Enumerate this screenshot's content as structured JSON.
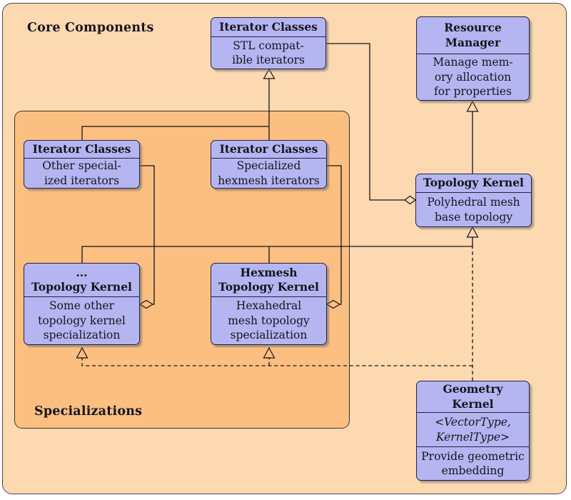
{
  "diagram": {
    "core_label": "Core Components",
    "spec_label": "Specializations",
    "boxes": {
      "iterator_top": {
        "title": "Iterator Classes",
        "body": "STL compat-\nible iterators"
      },
      "resource_manager": {
        "title": "Resource\nManager",
        "body": "Manage mem-\nory allocation\nfor properties"
      },
      "topology_kernel": {
        "title": "Topology Kernel",
        "body": "Polyhedral mesh\nbase topology"
      },
      "geometry_kernel": {
        "title": "Geometry\nKernel",
        "template_params": "<VectorType,\nKernelType>",
        "body": "Provide geometric\nembedding"
      },
      "iterator_left": {
        "title": "Iterator Classes",
        "body": "Other special-\nized iterators"
      },
      "iterator_mid": {
        "title": "Iterator Classes",
        "body": "Specialized\nhexmesh iterators"
      },
      "topology_left": {
        "title": "...\nTopology Kernel",
        "body": "Some other\ntopology kernel\nspecialization"
      },
      "topology_hex": {
        "title": "Hexmesh\nTopology Kernel",
        "body": "Hexahedral\nmesh topology\nspecialization"
      }
    },
    "edges": [
      {
        "from": "iterator_left",
        "to": "iterator_top",
        "type": "inheritance"
      },
      {
        "from": "iterator_mid",
        "to": "iterator_top",
        "type": "inheritance"
      },
      {
        "from": "topology_kernel",
        "to": "iterator_top",
        "type": "aggregation"
      },
      {
        "from": "topology_kernel",
        "to": "resource_manager",
        "type": "inheritance"
      },
      {
        "from": "topology_left",
        "to": "iterator_left",
        "type": "aggregation"
      },
      {
        "from": "topology_hex",
        "to": "iterator_mid",
        "type": "aggregation"
      },
      {
        "from": "topology_left",
        "to": "topology_kernel",
        "type": "inheritance"
      },
      {
        "from": "topology_hex",
        "to": "topology_kernel",
        "type": "inheritance"
      },
      {
        "from": "geometry_kernel",
        "to": "topology_kernel",
        "type": "template-dashed"
      },
      {
        "from": "geometry_kernel",
        "to": "topology_left",
        "type": "template-dashed"
      },
      {
        "from": "geometry_kernel",
        "to": "topology_hex",
        "type": "template-dashed"
      }
    ],
    "colors": {
      "outer_bg": "#fcd9b1",
      "inner_bg": "#fbbf81",
      "node_fill": "#b5b5f2",
      "node_border": "#23233d",
      "line": "#141414"
    }
  }
}
